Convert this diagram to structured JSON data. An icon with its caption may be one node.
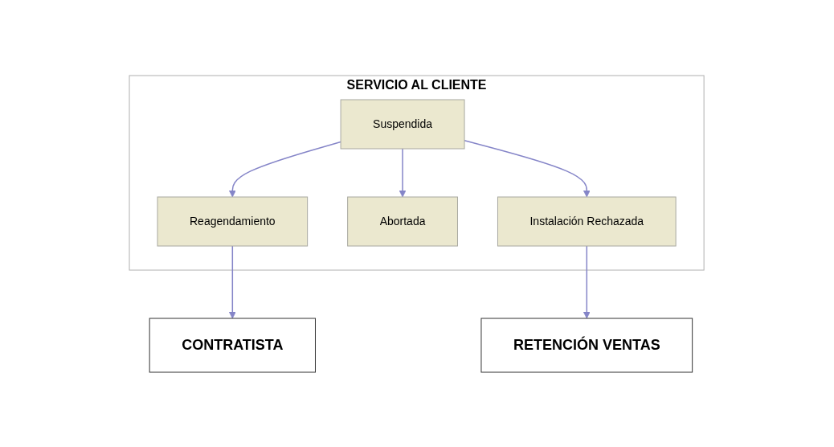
{
  "diagram": {
    "nodes": [
      {
        "text": [
          "SERVICIO AL CLIENTE"
        ]
      },
      {
        "text": [
          "Suspendida"
        ],
        "in": 0
      },
      {
        "text": [
          "Reagendamiento"
        ],
        "in": 0
      },
      {
        "text": [
          "Abortada"
        ],
        "in": 0
      },
      {
        "text": [
          "Instalación Rechazada"
        ],
        "in": 0
      },
      {
        "text": [
          "RETENCIÓN VENTAS"
        ]
      },
      {
        "text": [
          "CONTRATISTA"
        ]
      }
    ],
    "edges": [
      {
        "from": 1,
        "to": 2,
        "arrow": "to"
      },
      {
        "from": 1,
        "to": 3,
        "arrow": "to"
      },
      {
        "from": 1,
        "to": 4,
        "arrow": "to"
      },
      {
        "from": 4,
        "to": 5,
        "arrow": "to"
      },
      {
        "from": 2,
        "to": 6,
        "arrow": "to"
      }
    ]
  }
}
